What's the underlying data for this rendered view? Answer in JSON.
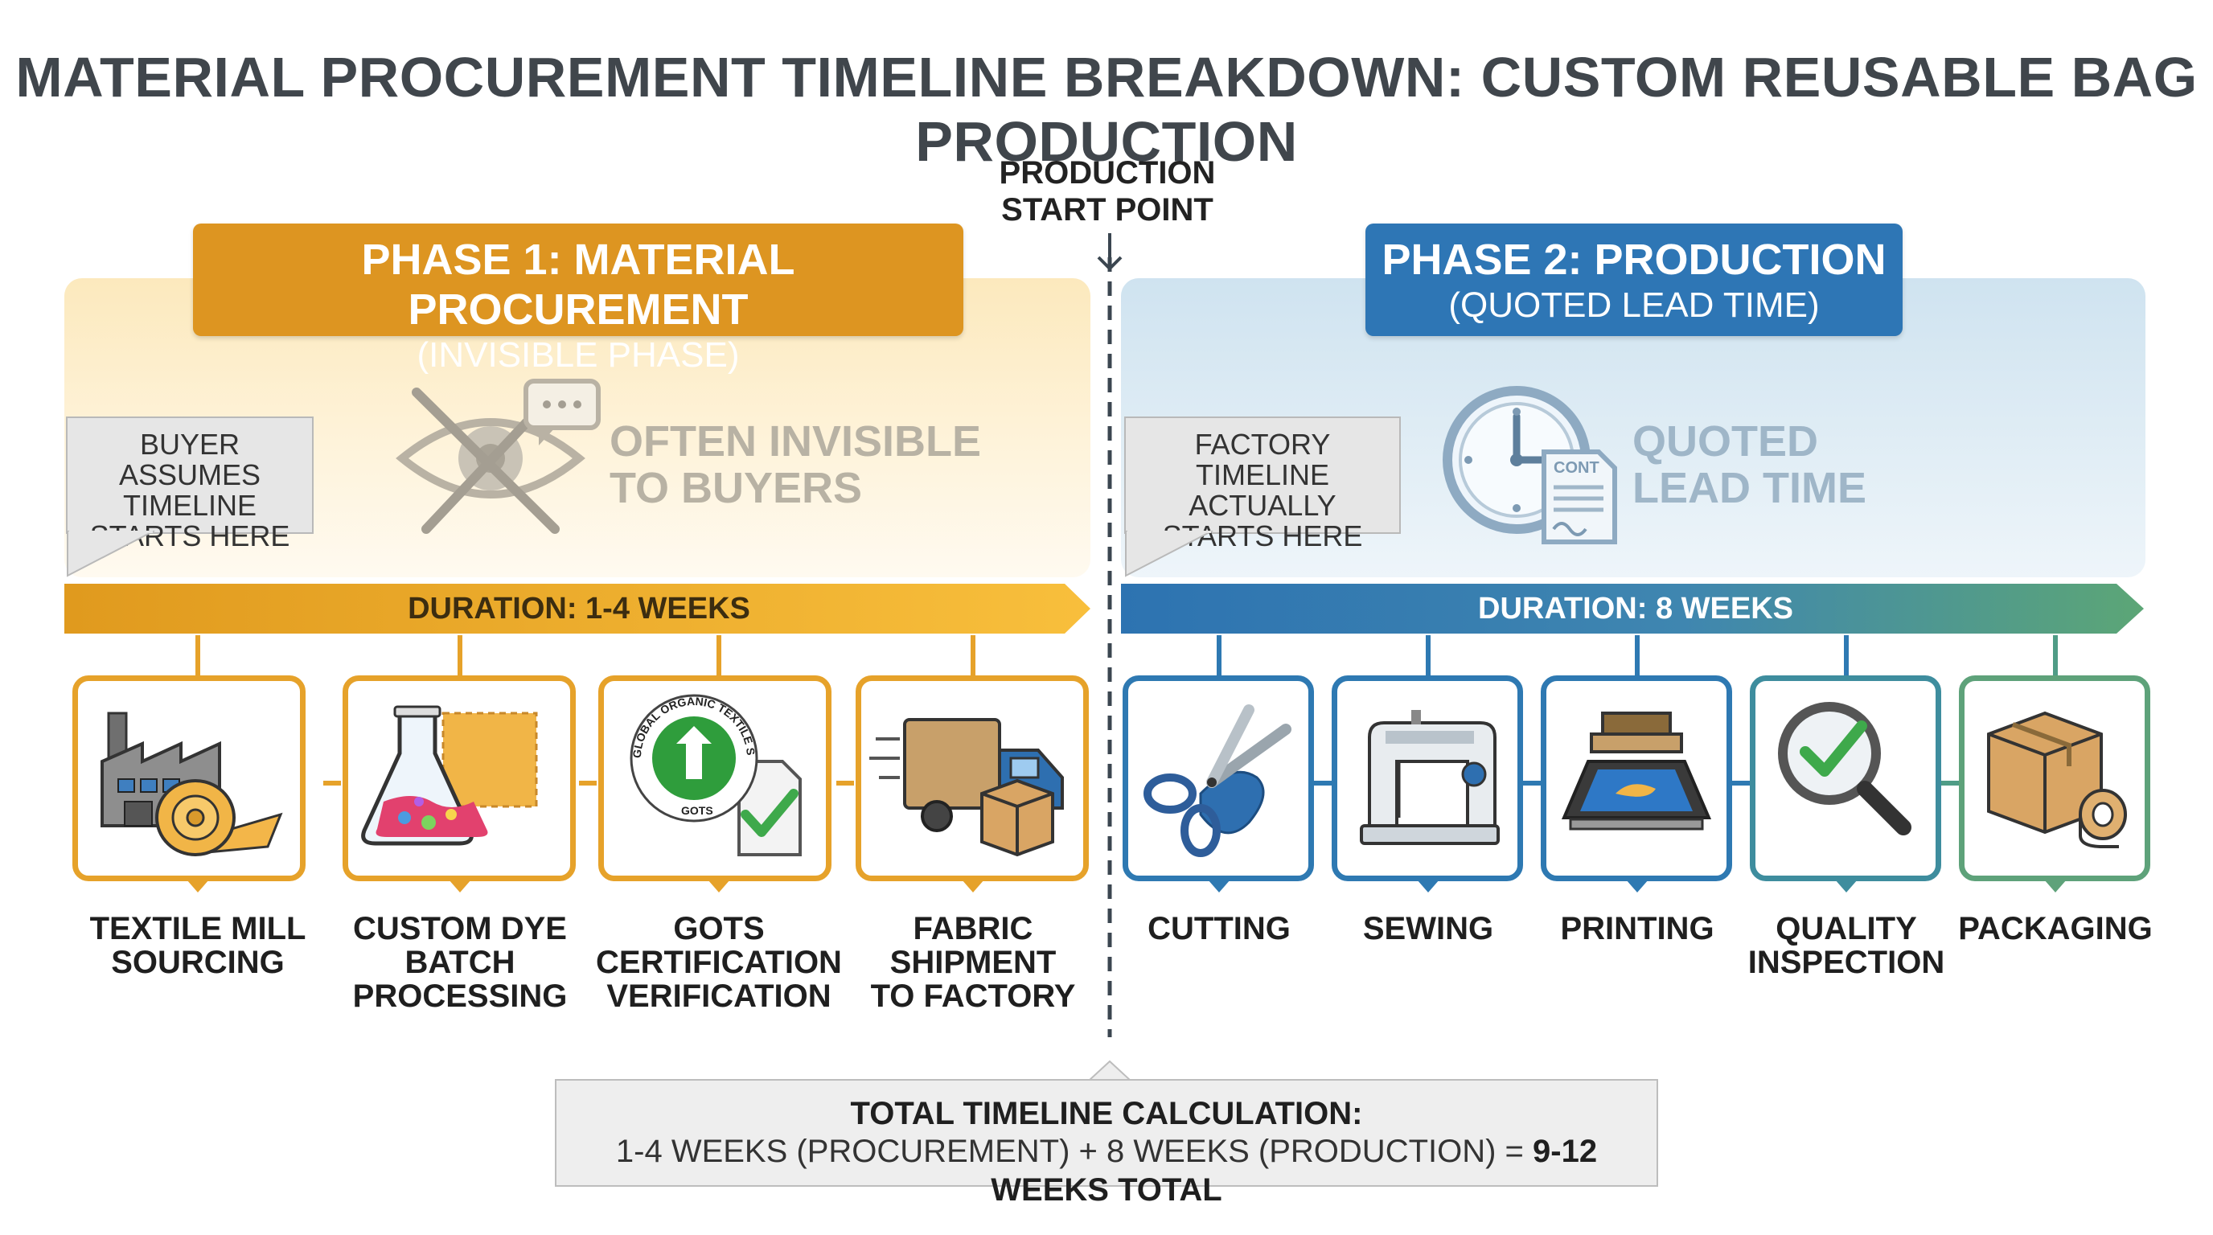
{
  "title": "MATERIAL PROCUREMENT TIMELINE BREAKDOWN: CUSTOM REUSABLE BAG PRODUCTION",
  "start_point": {
    "line1": "PRODUCTION",
    "line2": "START POINT"
  },
  "phase1": {
    "title": "PHASE 1: MATERIAL PROCUREMENT",
    "subtitle": "(INVISIBLE PHASE)",
    "callout": {
      "line1": "BUYER ASSUMES",
      "line2": "TIMELINE",
      "line3": "STARTS HERE"
    },
    "faded": {
      "line1": "OFTEN INVISIBLE",
      "line2": "TO BUYERS"
    },
    "duration": "DURATION: 1-4 WEEKS",
    "steps": [
      {
        "line1": "TEXTILE MILL",
        "line2": "SOURCING",
        "line3": ""
      },
      {
        "line1": "CUSTOM DYE",
        "line2": "BATCH",
        "line3": "PROCESSING"
      },
      {
        "line1": "GOTS",
        "line2": "CERTIFICATION",
        "line3": "VERIFICATION"
      },
      {
        "line1": "FABRIC",
        "line2": "SHIPMENT",
        "line3": "TO FACTORY"
      }
    ],
    "seal_text": "GLOBAL ORGANIC TEXTILE STANDARD",
    "seal_bottom": "GOTS"
  },
  "phase2": {
    "title": "PHASE 2: PRODUCTION",
    "subtitle": "(QUOTED LEAD TIME)",
    "callout": {
      "line1": "FACTORY TIMELINE",
      "line2": "ACTUALLY",
      "line3": "STARTS HERE"
    },
    "faded": {
      "line1": "QUOTED",
      "line2": "LEAD TIME"
    },
    "contract_label": "CONT",
    "duration": "DURATION: 8 WEEKS",
    "steps": [
      {
        "line1": "CUTTING",
        "line2": ""
      },
      {
        "line1": "SEWING",
        "line2": ""
      },
      {
        "line1": "PRINTING",
        "line2": ""
      },
      {
        "line1": "QUALITY",
        "line2": "INSPECTION"
      },
      {
        "line1": "PACKAGING",
        "line2": ""
      }
    ]
  },
  "total": {
    "title": "TOTAL TIMELINE CALCULATION:",
    "formula": "1-4 WEEKS (PROCUREMENT) + 8 WEEKS (PRODUCTION) = ",
    "result": "9-12 WEEKS TOTAL"
  },
  "colors": {
    "phase1_accent": "#dd9521",
    "phase2_accent": "#2e76b5",
    "phase2_green": "#58a27a",
    "text_dark": "#40464c"
  },
  "icons": {
    "eye_crossed": "eye-crossed-icon",
    "speech": "speech-bubble-icon",
    "clock": "clock-icon",
    "contract": "contract-icon",
    "factory": "factory-icon",
    "flask": "flask-icon",
    "gots": "gots-seal-icon",
    "truck": "truck-icon",
    "scissors": "scissors-icon",
    "sewing": "sewing-machine-icon",
    "printing": "screen-printing-icon",
    "magnifier": "magnifier-check-icon",
    "box": "box-icon"
  }
}
